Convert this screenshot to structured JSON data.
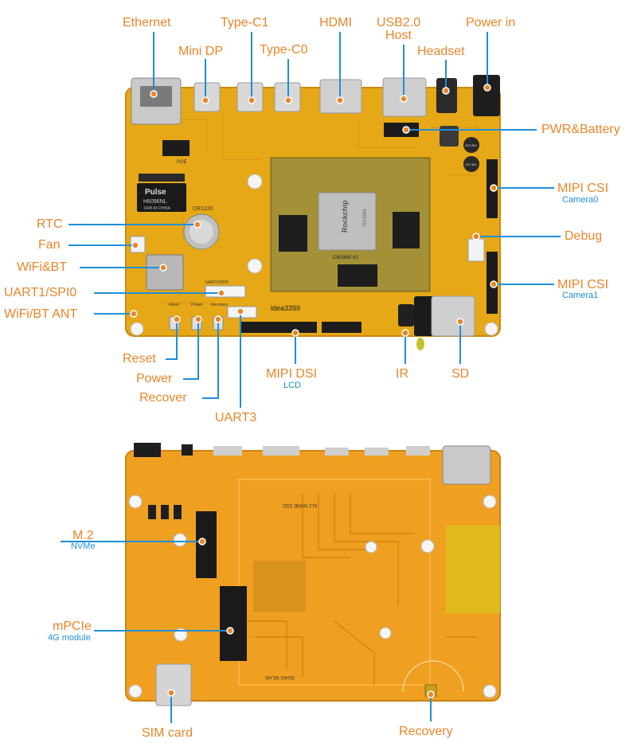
{
  "colors": {
    "label": "#e8862a",
    "sublabel": "#1f8fd6",
    "leader": "#1f8fd6",
    "marker": "#e8862a",
    "pcb_top": "#e6a816",
    "pcb_bottom": "#f0a020"
  },
  "top_view": {
    "labels": {
      "ethernet": "Ethernet",
      "mini_dp": "Mini DP",
      "type_c1": "Type-C1",
      "type_c0": "Type-C0",
      "hdmi": "HDMI",
      "usb20_host_line1": "USB2.0",
      "usb20_host_line2": "Host",
      "headset": "Headset",
      "power_in": "Power in",
      "pwr_battery": "PWR&Battery",
      "mipi_csi0": "MIPI CSI",
      "mipi_csi0_sub": "Camera0",
      "debug": "Debug",
      "mipi_csi1": "MIPI CSI",
      "mipi_csi1_sub": "Camera1",
      "rtc": "RTC",
      "fan": "Fan",
      "wifi_bt": "WiFi&BT",
      "uart1_spi0": "UART1/SPI0",
      "wifi_bt_ant": "WiFi/BT ANT",
      "reset": "Reset",
      "power": "Power",
      "recover": "Recover",
      "uart3": "UART3",
      "mipi_dsi": "MIPI DSI",
      "mipi_dsi_sub": "LCD",
      "ir": "IR",
      "sd": "SD"
    },
    "silkscreen": {
      "soc_brand": "Rockchip",
      "soc_model": "RK3399",
      "transformer_brand": "Pulse",
      "transformer_model": "H6096NL",
      "transformer_sub": "1948-M CHINA",
      "module": "CM3399 V3",
      "board_name": "idea3399",
      "rtc_cell": "CR1220",
      "poe": "POE",
      "cap1": "220 35V",
      "cap2": "220 35V",
      "btn_reset": "Reset",
      "btn_power": "Power",
      "btn_recovery": "Recovery",
      "uart_silk": "UART1/SPI0"
    }
  },
  "bottom_view": {
    "labels": {
      "m2": "M.2",
      "m2_sub": "NVMe",
      "mpcie": "mPCIe",
      "mpcie_sub": "4G module",
      "sim_card": "SIM card",
      "recovery": "Recovery"
    },
    "silkscreen": {
      "m2_slot": "M.2 NVME SSD",
      "mpcie_slot": "3G/4G WLAN"
    }
  }
}
